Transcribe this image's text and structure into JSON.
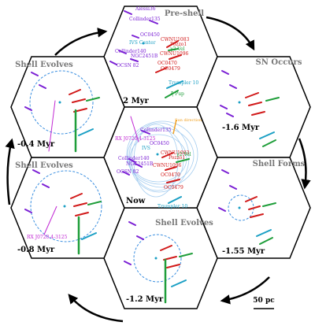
{
  "panels": {
    "preshell": {
      "title": "Pre-shell",
      "time": "-2 Myr"
    },
    "sn": {
      "title": "SN Occurs",
      "time": "-1.6 Myr"
    },
    "shellforms": {
      "title": "Shell Forms",
      "time": "-1.55 Myr"
    },
    "evolves_bottom": {
      "title": "Shell Evolves",
      "time": "-1.2 Myr"
    },
    "evolves_left": {
      "title": "Shell Evolves",
      "time": "-0.8 Myr"
    },
    "evolves_top": {
      "title": "Shell Evolves",
      "time": "-0.4 Myr"
    },
    "now": {
      "title": "",
      "time": "Now"
    }
  },
  "clusters_preshell": {
    "alessi36": "Alessi36",
    "collinder135": "Collinder135",
    "oc0450": "OC0450",
    "ivs": "IVS Center",
    "cwnu1083": "CWNU1083",
    "pozzo1": "Pozzo1",
    "gamma2vel": "γ2 Vel",
    "collinder140": "Collinder140",
    "cwnu1096": "CWNU1096",
    "ngc2451b": "NGC2451B",
    "ocsn82": "OCSN 82",
    "oc0470": "OC0470",
    "oc0479": "OC0479",
    "trumpler10": "Trumpler 10",
    "zetapup": "ζ Pup"
  },
  "clusters_now": {
    "collinder135": "Collinder135",
    "rxj": "RX J0720.4-3125",
    "oc0450": "OC0450",
    "ivs": "IVS",
    "cwnu1083": "CWNU1083",
    "pozzo1": "Pozzo1",
    "gamma2vel": "γ2 Vel",
    "collinder140": "Collinder140",
    "ngc2451b": "NGC2451B",
    "cwnu1096": "CWNU1096",
    "ocsn82": "OCSN 82",
    "oc0470": "OC0470",
    "oc0479": "OC0479",
    "trumpler10": "Trumpler 10",
    "sun_direction": "Sun direction"
  },
  "rxj_label_left": "RX J0720.4-3125",
  "scalebar": {
    "label": "50 pc"
  },
  "colors": {
    "magenta": "#c026d3",
    "purple": "#7a1fd4",
    "red": "#d11a1a",
    "green": "#1f9e3a",
    "cyan": "#1a9fc4",
    "blue": "#1c40c9",
    "orange": "#f0a020",
    "shell": "#3b8fe0"
  }
}
